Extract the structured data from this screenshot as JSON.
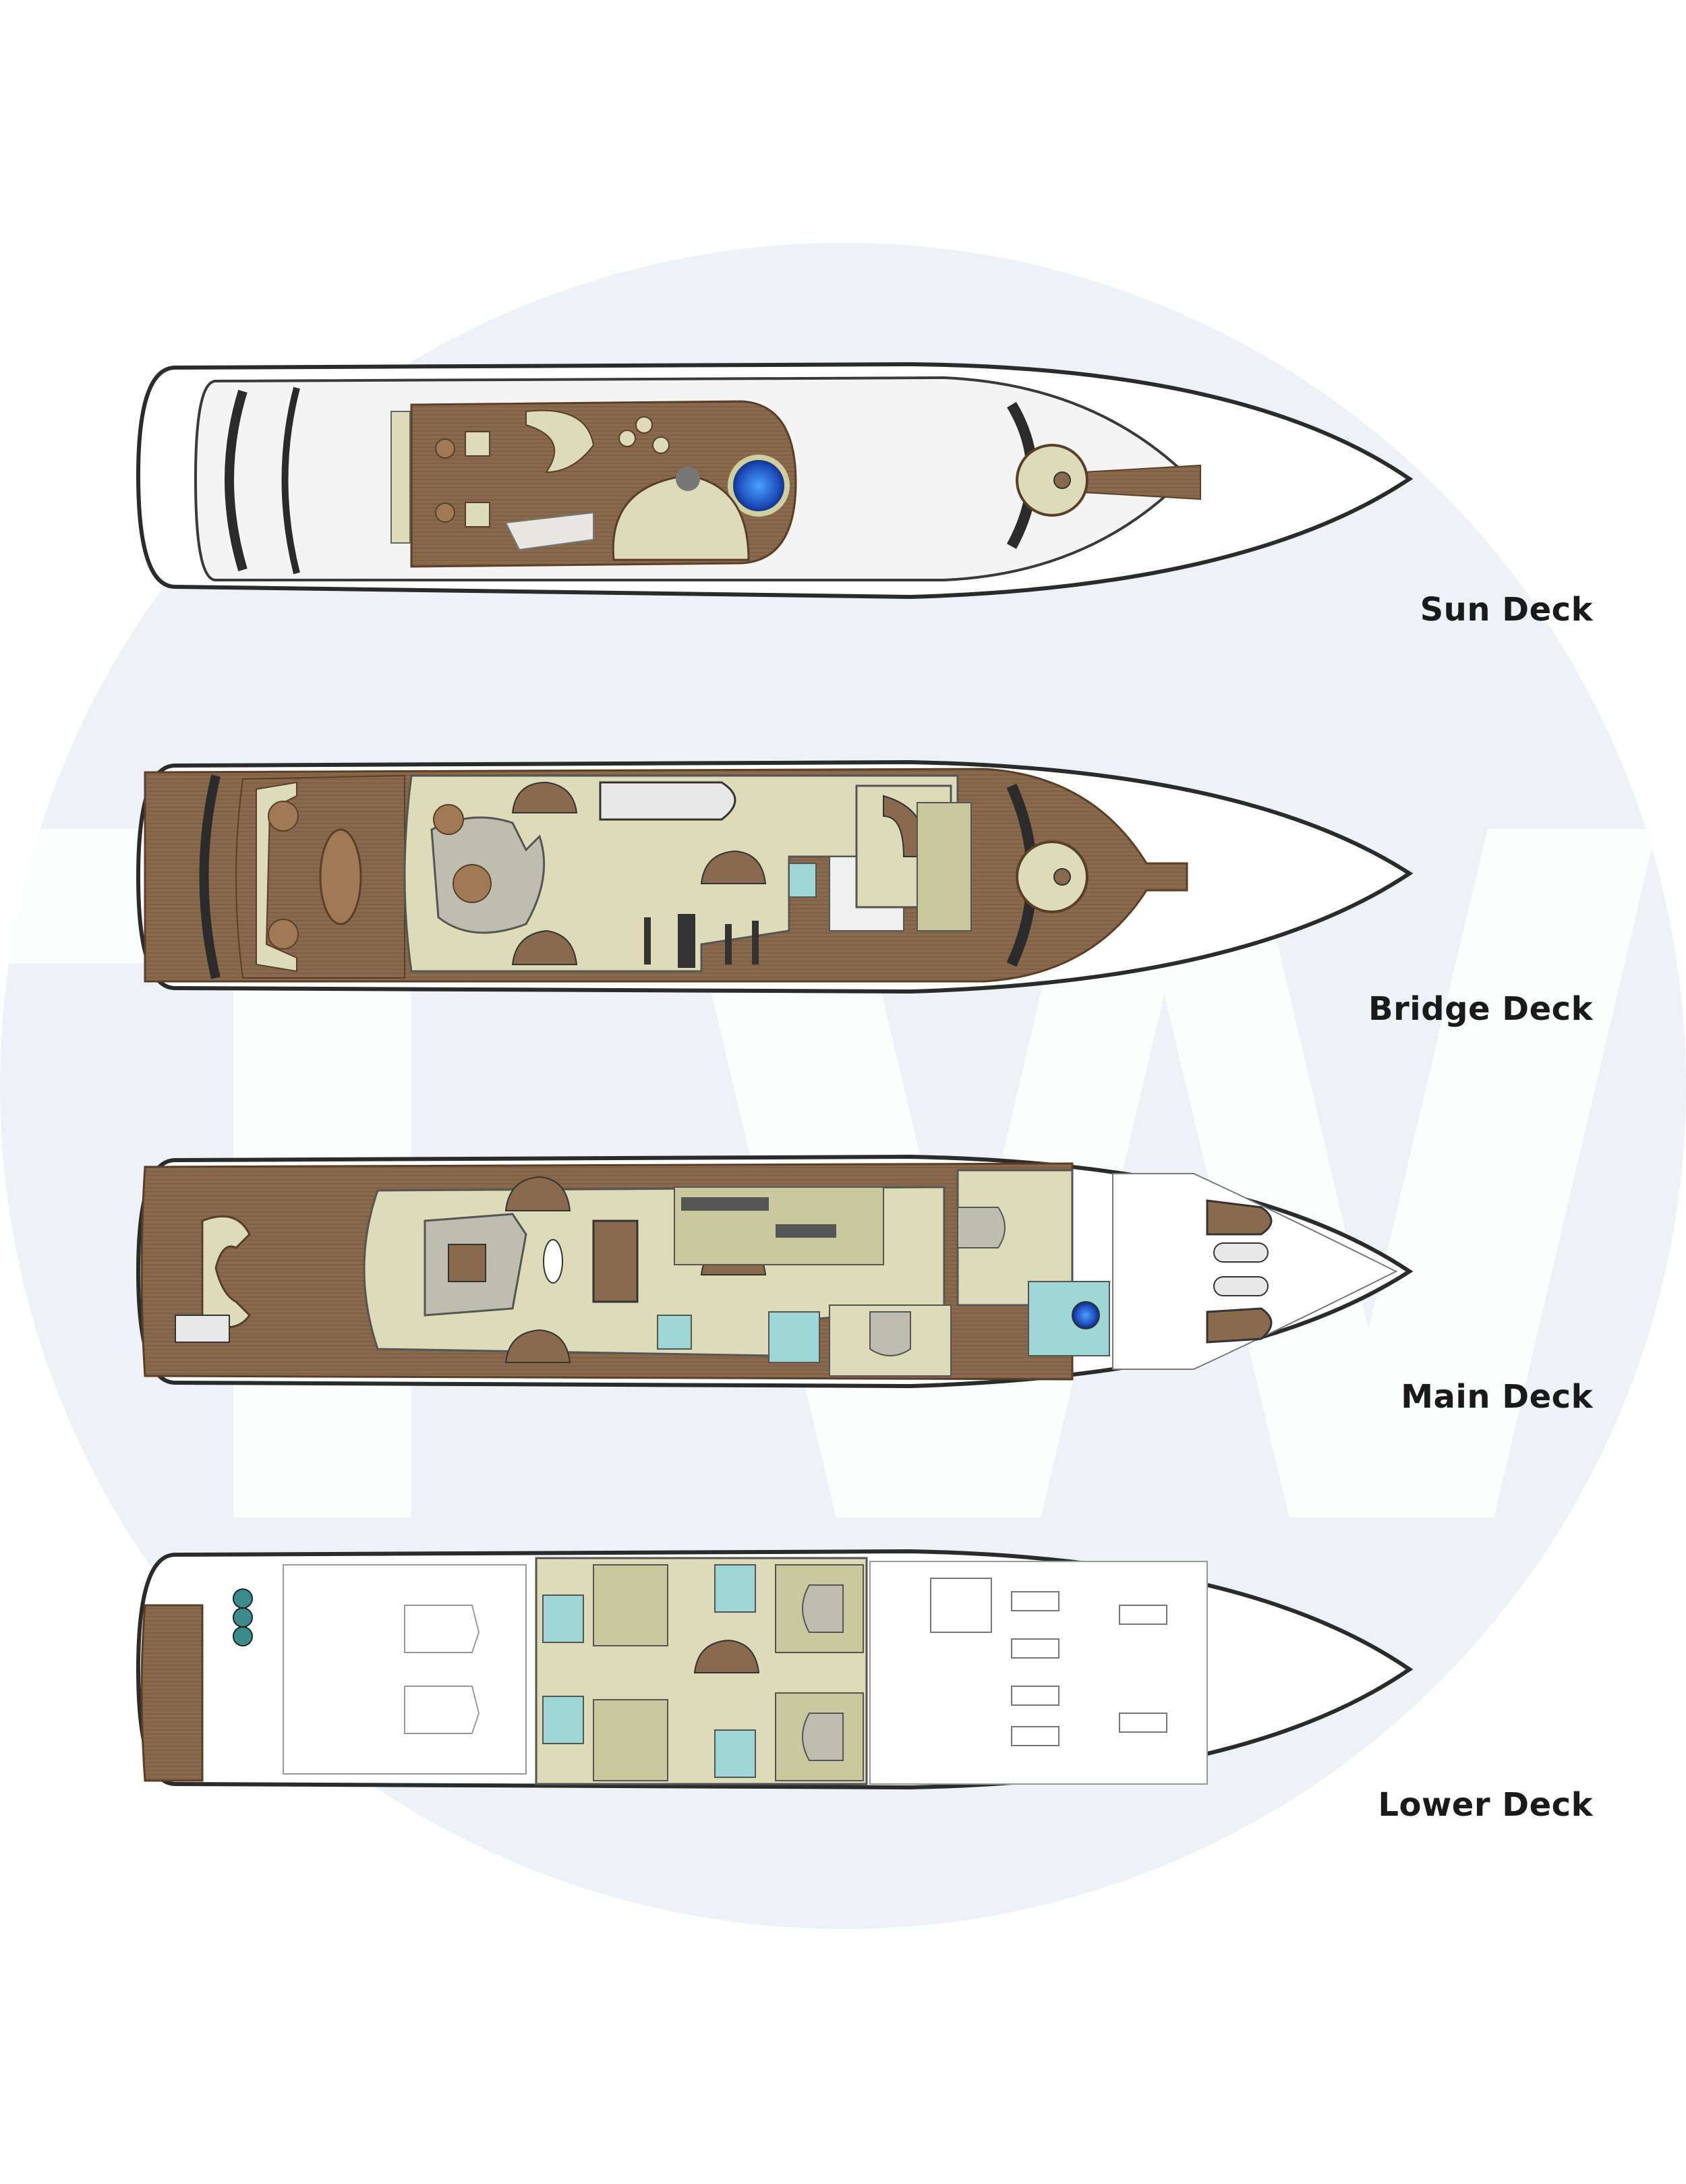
{
  "watermark": {
    "text": "TW"
  },
  "colors": {
    "teak": "#8a6a4c",
    "teak_dark": "#6b4f36",
    "interior": "#dcdcb8",
    "interior_dark": "#c9c9a0",
    "hull_line": "#2b2b2b",
    "superstructure": "#f2f2f2",
    "pool": "#1f4fbf",
    "bath_tile": "#9fd6d6",
    "watermark_circle": "#eef2f7"
  },
  "decks": [
    {
      "id": "sun",
      "label": "Sun Deck"
    },
    {
      "id": "bridge",
      "label": "Bridge Deck"
    },
    {
      "id": "main",
      "label": "Main Deck"
    },
    {
      "id": "lower",
      "label": "Lower Deck"
    }
  ]
}
